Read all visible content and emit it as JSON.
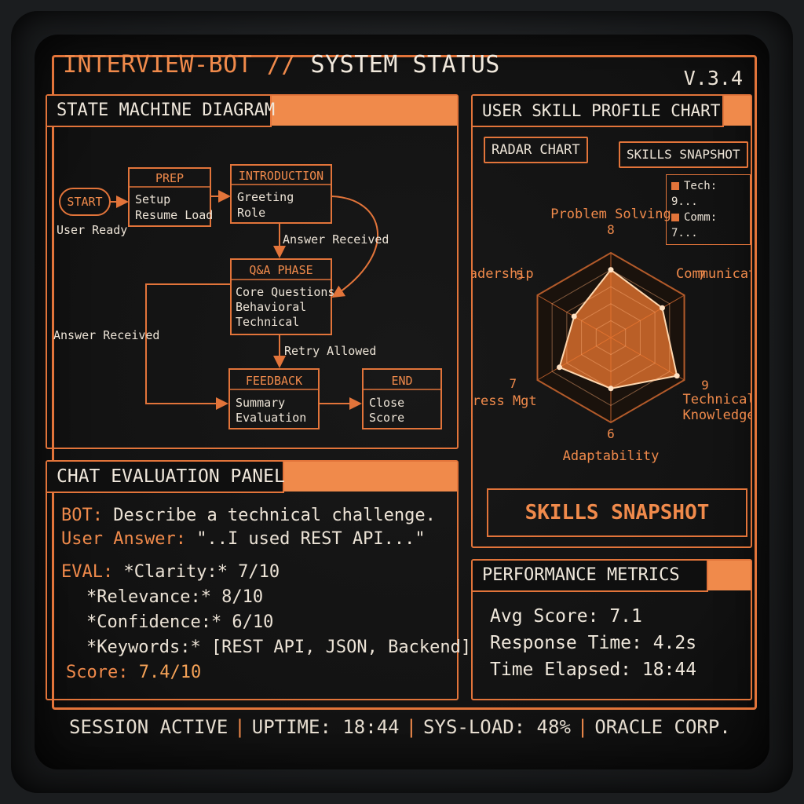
{
  "header": {
    "app_name": "INTERVIEW-BOT //",
    "section": "SYSTEM STATUS",
    "version": "V.3.4"
  },
  "state_machine": {
    "title": "STATE MACHINE DIAGRAM",
    "start": {
      "label": "START",
      "caption": "User Ready"
    },
    "prep": {
      "title": "PREP",
      "line1": "Setup",
      "line2": "Resume Load"
    },
    "introduction": {
      "title": "INTRODUCTION",
      "line1": "Greeting",
      "line2": "Role"
    },
    "qa": {
      "title": "Q&A PHASE",
      "line1": "Core Questions",
      "line2": "Behavioral",
      "line3": "Technical"
    },
    "feedback": {
      "title": "FEEDBACK",
      "line1": "Summary",
      "line2": "Evaluation"
    },
    "end": {
      "title": "END",
      "line1": "Close",
      "line2": "Score"
    },
    "edges": {
      "intro_to_qa": "Answer Received",
      "qa_loop": "Answer Received",
      "qa_to_feedback": "Retry Allowed"
    }
  },
  "chat": {
    "title": "CHAT EVALUATION PANEL",
    "bot_label": "BOT:",
    "bot_text": "Describe a technical challenge.",
    "user_label": "User Answer:",
    "user_text": "\"..I used REST API...\"",
    "eval_label": "EVAL:",
    "clarity": "*Clarity:* 7/10",
    "relevance": "*Relevance:* 8/10",
    "confidence": "*Confidence:* 6/10",
    "keywords": "*Keywords:* [REST API, JSON, Backend]",
    "score_label": "Score:",
    "score_value": "7.4/10"
  },
  "skills": {
    "title": "USER SKILL PROFILE CHART",
    "tab_radar": "RADAR CHART",
    "tab_snapshot": "SKILLS SNAPSHOT",
    "legend": [
      "Tech: 9...",
      "Comm: 7..."
    ],
    "banner": "SKILLS SNAPSHOT"
  },
  "chart_data": {
    "type": "radar",
    "categories": [
      "Problem Solving",
      "Communication",
      "Technical Knowledge",
      "Adaptability",
      "Stress Mgt",
      "Leadership"
    ],
    "values": [
      8,
      7,
      9,
      6,
      7,
      5
    ],
    "value_labels": [
      "8",
      "7",
      "9",
      "6",
      "7",
      "5"
    ],
    "max": 10,
    "rings": 5,
    "fill_color": "#f07a30",
    "grid": true
  },
  "metrics": {
    "title": "PERFORMANCE METRICS",
    "avg_score": "Avg Score: 7.1",
    "response_time": "Response Time: 4.2s",
    "time_elapsed": "Time Elapsed: 18:44"
  },
  "status_bar": {
    "session": "SESSION ACTIVE",
    "uptime": "UPTIME: 18:44",
    "sys_load": "SYS-LOAD: 48%",
    "org": "ORACLE CORP."
  },
  "colors": {
    "accent": "#f08a4b",
    "border": "#e2743a",
    "background": "#121212",
    "text": "#ece3d6"
  }
}
